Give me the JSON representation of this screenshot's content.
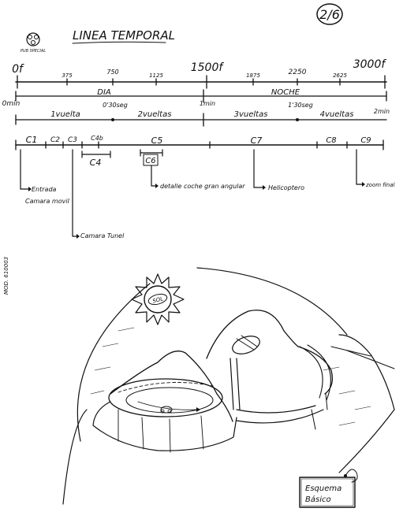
{
  "page_number": "2/6",
  "title": "LINEA TEMPORAL",
  "logo_text": "PUB SPECIAL",
  "side_code": "MOD. 610003",
  "frames_line": {
    "labels": [
      "0f",
      "375",
      "750",
      "1125",
      "1500f",
      "1875",
      "2250",
      "2625",
      "3000f"
    ]
  },
  "day_night_line": {
    "start_label": "0min",
    "day_label": "DIA",
    "night_label": "NOCHE",
    "day_mid_label": "0'30seg",
    "night_mid_label": "1'30seg",
    "mid_label": "1min",
    "end_label": "2min"
  },
  "laps_line": {
    "labels": [
      "1vuelta",
      "2vueltas",
      "3vueltas",
      "4vueltas"
    ]
  },
  "camera_line": {
    "labels": [
      "C1",
      "C2",
      "C3",
      "C4b",
      "C5",
      "C7",
      "C8",
      "C9"
    ],
    "sub_labels": [
      "C4",
      "C6"
    ]
  },
  "annotations": [
    {
      "text": "Entrada"
    },
    {
      "text": "Camara movil"
    },
    {
      "text": "Camara Tunel"
    },
    {
      "text": "detalle coche gran angular"
    },
    {
      "text": "Helicoptero"
    },
    {
      "text": "zoom final"
    }
  ],
  "sun_text": "SOL",
  "stamp_text": [
    "Esquema",
    "Básico"
  ]
}
